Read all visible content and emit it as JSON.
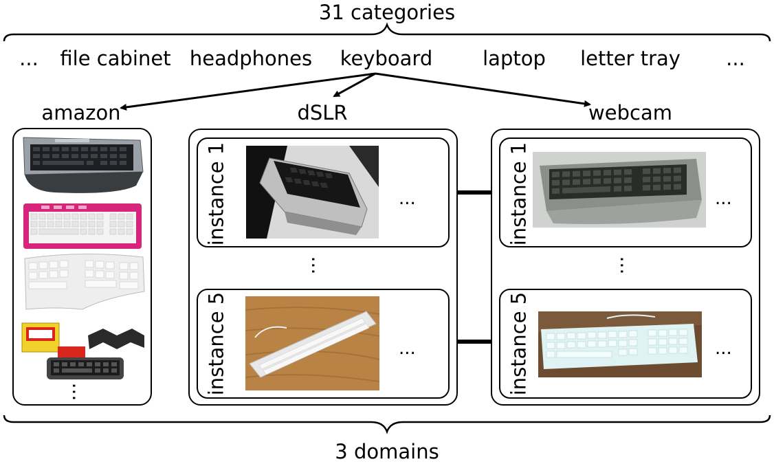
{
  "title": "31 categories",
  "footer": "3 domains",
  "categories": [
    "...",
    "file cabinet",
    "headphones",
    "keyboard",
    "laptop",
    "letter tray",
    "..."
  ],
  "domains": {
    "amazon": {
      "label": "amazon",
      "more": "..."
    },
    "dslr": {
      "label": "dSLR",
      "instance_first": "instance 1",
      "instance_last": "instance 5",
      "more": "...",
      "between": "..."
    },
    "webcam": {
      "label": "webcam",
      "instance_first": "instance 1",
      "instance_last": "instance 5",
      "more": "...",
      "between": "..."
    }
  },
  "colors": {
    "pink_keyboard": "#d6257a",
    "silver_keyboard": "#9aa1a8",
    "wood": "#b98345",
    "webcam_tint": "#8a8f8c"
  }
}
